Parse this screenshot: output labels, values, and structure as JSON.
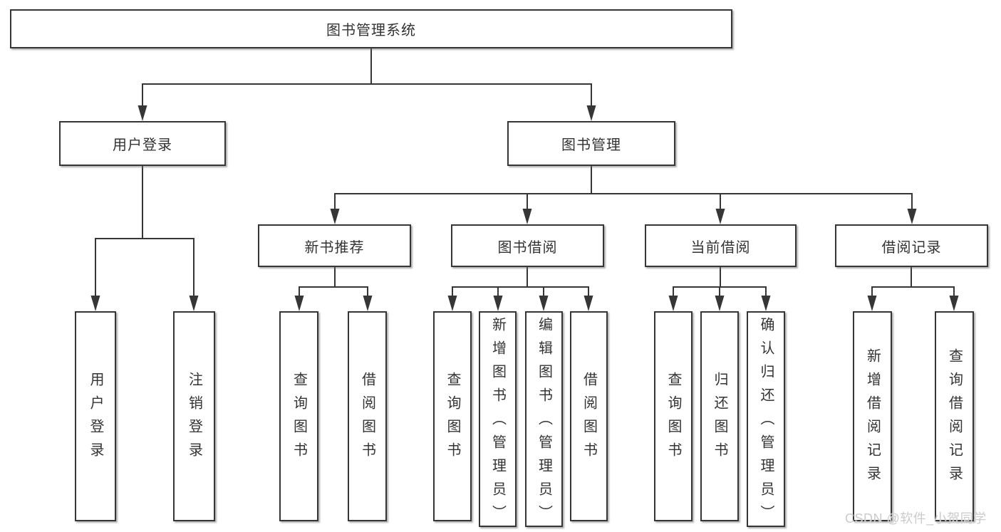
{
  "diagram": {
    "type": "hierarchy-tree",
    "watermark": "CSDN @软件_小贺同学",
    "colors": {
      "background": "#ffffff",
      "line": "#363636",
      "text": "#333333",
      "watermark": "#cbcbcb"
    },
    "nodes": {
      "root": {
        "label": "图书管理系统"
      },
      "user_login": {
        "label": "用户登录"
      },
      "book_mgmt": {
        "label": "图书管理"
      },
      "new_book_rec": {
        "label": "新书推荐"
      },
      "book_borrow": {
        "label": "图书借阅"
      },
      "current_borrow": {
        "label": "当前借阅"
      },
      "borrow_records": {
        "label": "借阅记录"
      },
      "leaf_user_login": {
        "label": "用户登录"
      },
      "leaf_logout": {
        "label": "注销登录"
      },
      "leaf_query_book_1": {
        "label": "查询图书"
      },
      "leaf_borrow_book_1": {
        "label": "借阅图书"
      },
      "leaf_query_book_2": {
        "label": "查询图书"
      },
      "leaf_add_book": {
        "label": "新增图书（管理员）"
      },
      "leaf_edit_book": {
        "label": "编辑图书（管理员）"
      },
      "leaf_borrow_book_2": {
        "label": "借阅图书"
      },
      "leaf_query_book_3": {
        "label": "查询图书"
      },
      "leaf_return_book": {
        "label": "归还图书"
      },
      "leaf_confirm_return": {
        "label": "确认归还（管理员）"
      },
      "leaf_add_record": {
        "label": "新增借阅记录"
      },
      "leaf_query_record": {
        "label": "查询借阅记录"
      }
    },
    "edges": [
      [
        "root",
        "user_login"
      ],
      [
        "root",
        "book_mgmt"
      ],
      [
        "user_login",
        "leaf_user_login"
      ],
      [
        "user_login",
        "leaf_logout"
      ],
      [
        "book_mgmt",
        "new_book_rec"
      ],
      [
        "book_mgmt",
        "book_borrow"
      ],
      [
        "book_mgmt",
        "current_borrow"
      ],
      [
        "book_mgmt",
        "borrow_records"
      ],
      [
        "new_book_rec",
        "leaf_query_book_1"
      ],
      [
        "new_book_rec",
        "leaf_borrow_book_1"
      ],
      [
        "book_borrow",
        "leaf_query_book_2"
      ],
      [
        "book_borrow",
        "leaf_add_book"
      ],
      [
        "book_borrow",
        "leaf_edit_book"
      ],
      [
        "book_borrow",
        "leaf_borrow_book_2"
      ],
      [
        "current_borrow",
        "leaf_query_book_3"
      ],
      [
        "current_borrow",
        "leaf_return_book"
      ],
      [
        "current_borrow",
        "leaf_confirm_return"
      ],
      [
        "borrow_records",
        "leaf_add_record"
      ],
      [
        "borrow_records",
        "leaf_query_record"
      ]
    ]
  }
}
